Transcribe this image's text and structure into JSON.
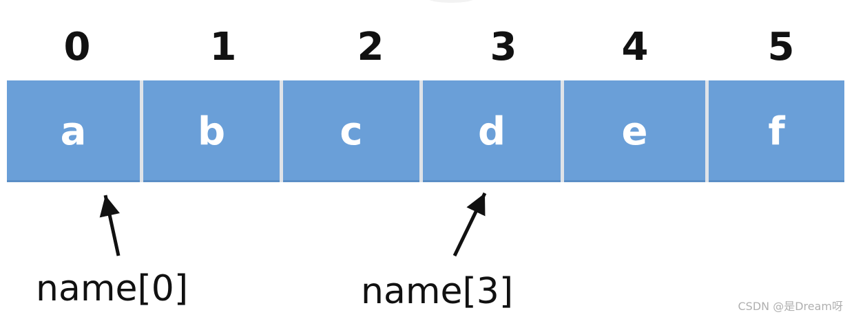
{
  "array": {
    "indices": [
      "0",
      "1",
      "2",
      "3",
      "4",
      "5"
    ],
    "values": [
      "a",
      "b",
      "c",
      "d",
      "e",
      "f"
    ]
  },
  "pointers": [
    {
      "label": "name[0]",
      "index": 0
    },
    {
      "label": "name[3]",
      "index": 3
    }
  ],
  "watermark": "CSDN @是Dream呀",
  "colors": {
    "cell": "#6a9fd8",
    "divider": "#dfe3e8",
    "text": "#111111"
  }
}
